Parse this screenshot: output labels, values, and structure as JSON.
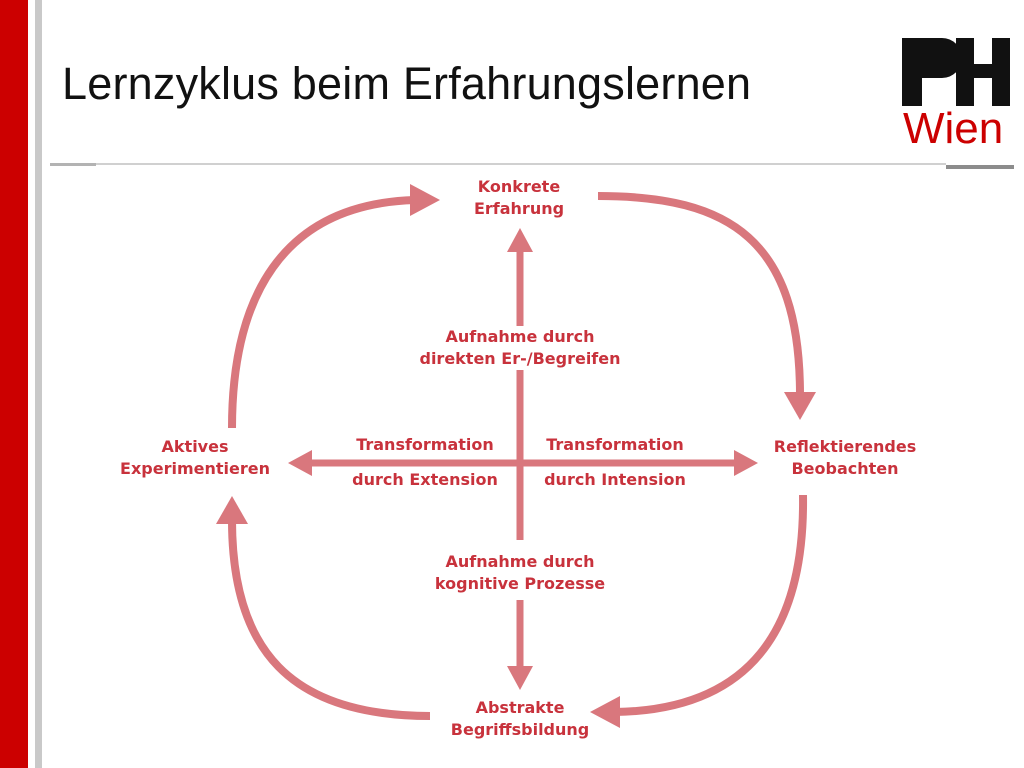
{
  "slide": {
    "title": "Lernzyklus beim Erfahrungslernen"
  },
  "logo": {
    "mark": "PH",
    "word": "Wien"
  },
  "colors": {
    "accent_red": "#cc0000",
    "arrow": "#d9777d",
    "label_text": "#c8323c",
    "logo_black": "#111111"
  },
  "nodes": {
    "top": {
      "line1": "Konkrete",
      "line2": "Erfahrung"
    },
    "right": {
      "line1": "Reflektierendes",
      "line2": "Beobachten"
    },
    "bottom": {
      "line1": "Abstrakte",
      "line2": "Begriffsbildung"
    },
    "left": {
      "line1": "Aktives",
      "line2": "Experimentieren"
    }
  },
  "axis_labels": {
    "upper": {
      "line1": "Aufnahme durch",
      "line2": "direkten Er-/Begreifen"
    },
    "lower": {
      "line1": "Aufnahme durch",
      "line2": "kognitive Prozesse"
    },
    "left_top": "Transformation",
    "left_bottom": "durch Extension",
    "right_top": "Transformation",
    "right_bottom": "durch Intension"
  }
}
